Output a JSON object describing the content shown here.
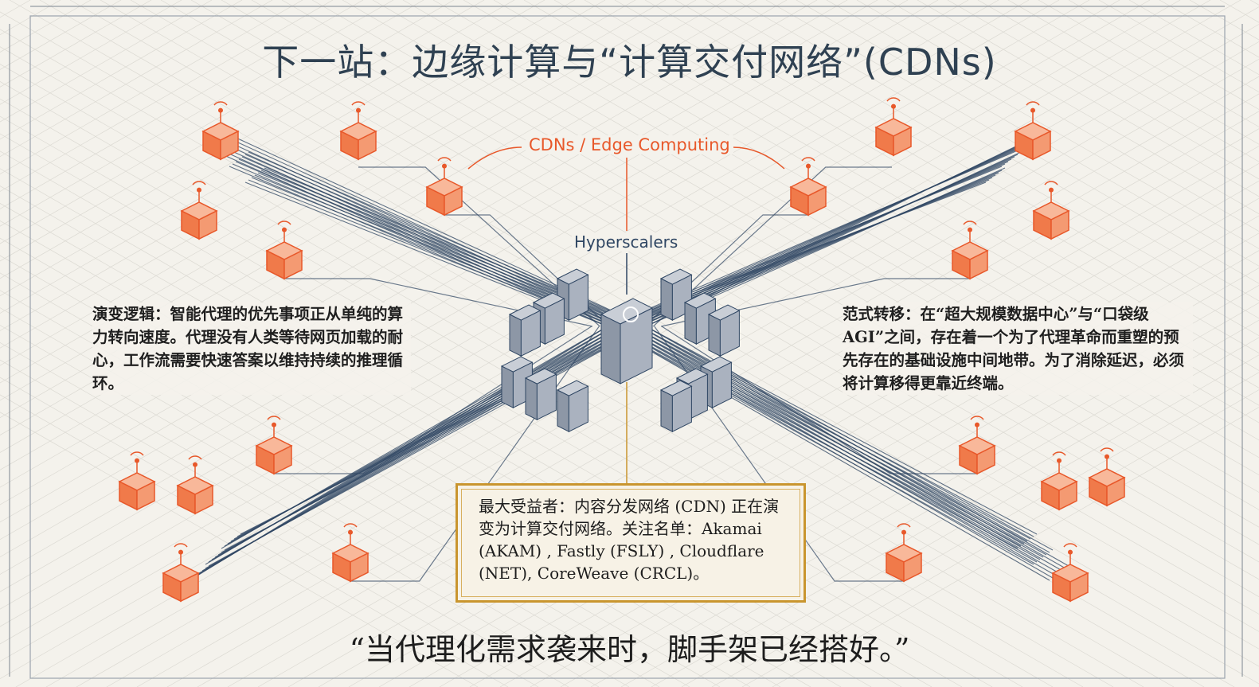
{
  "title": "下一站：边缘计算与“计算交付网络”(CDNs)",
  "labels": {
    "cdn_edge": "CDNs / Edge Computing",
    "hyperscalers": "Hyperscalers"
  },
  "left_text": "演变逻辑：智能代理的优先事项正从单纯的算力转向速度。代理没有人类等待网页加载的耐心，工作流需要快速答案以维持持续的推理循环。",
  "right_text": "范式转移：在“超大规模数据中心”与“口袋级AGI”之间，存在着一个为了代理革命而重塑的预先存在的基础设施中间地带。为了消除延迟，必须将计算移得更靠近终端。",
  "box_text": "最大受益者：内容分发网络 (CDN) 正在演变为计算交付网络。关注名单：Akamai (AKAM) , Fastly (FSLY) , Cloudflare (NET), CoreWeave (CRCL)。",
  "quote": "“当代理化需求袭来时，脚手架已经搭好。”",
  "colors": {
    "accent_orange": "#e8582a",
    "navy": "#2f4663",
    "gold": "#c9952e",
    "background": "#f4f2ec"
  }
}
